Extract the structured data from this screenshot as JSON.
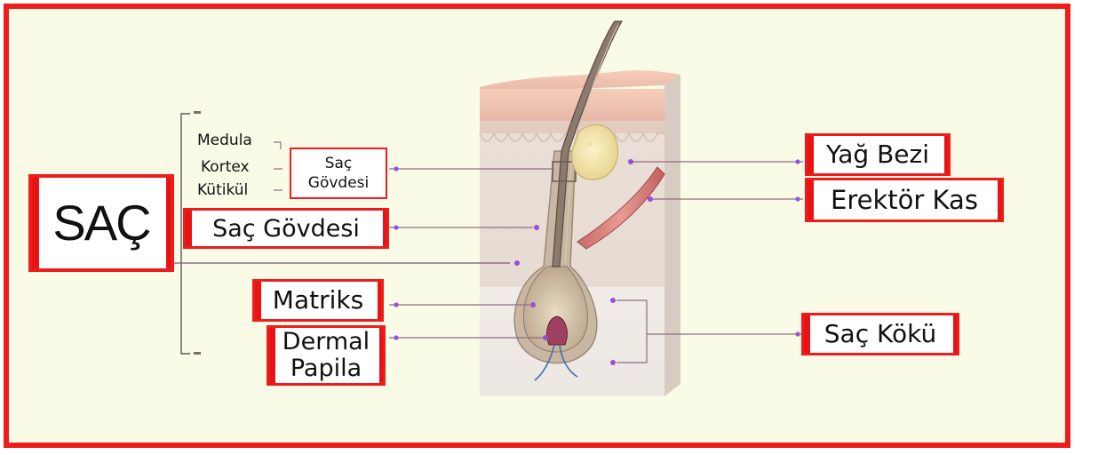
{
  "title": "SAÇ",
  "layers": {
    "medula": "Medula",
    "kortex": "Kortex",
    "kutikul": "Kütikül",
    "sac_govdesi_small_line1": "Saç",
    "sac_govdesi_small_line2": "Gövdesi"
  },
  "labels": {
    "sac_govdesi": "Saç Gövdesi",
    "matriks": "Matriks",
    "dermal_line1": "Dermal",
    "dermal_line2": "Papila",
    "yag_bezi": "Yağ Bezi",
    "erektor_kas": "Erektör Kas",
    "sac_koku": "Saç Kökü"
  },
  "colors": {
    "frame_border": "#ee1c1c",
    "background": "#fafbe7",
    "pointer": "#9a4fd8",
    "leader_line": "#8a6f84"
  }
}
